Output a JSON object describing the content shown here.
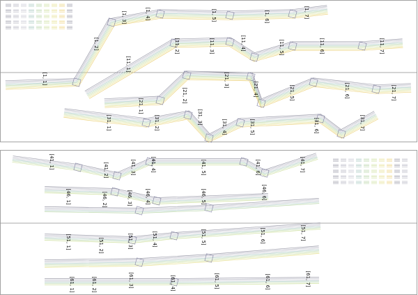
{
  "colors": {
    "frame": "#8c8c8c",
    "bundle": [
      "#9a9aa8",
      "#b4b4c2",
      "#c8c8d2",
      "#a8c8c0",
      "#b8d6a8",
      "#cfe0a0",
      "#e6e090",
      "#ecd27c"
    ]
  },
  "panels": [
    {
      "name": "upper-panel",
      "legend": "top-left",
      "chains": [
        {
          "id": "chain-1",
          "nodes": [
            {
              "label": "[1, 1]"
            },
            {
              "label": "[1, 2]"
            },
            {
              "label": "[1, 3]"
            },
            {
              "label": "[1, 4]"
            },
            {
              "label": "[1, 5]"
            },
            {
              "label": "[1, 6]"
            },
            {
              "label": "[1, 7]"
            }
          ]
        },
        {
          "id": "chain-11",
          "nodes": [
            {
              "label": "[11, 1]"
            },
            {
              "label": "[11, 2]"
            },
            {
              "label": "[11, 3]"
            },
            {
              "label": "[11, 4]"
            },
            {
              "label": "[11, 5]"
            },
            {
              "label": "[11, 6]"
            },
            {
              "label": "[11, 7]"
            }
          ]
        },
        {
          "id": "chain-21",
          "nodes": [
            {
              "label": "[21, 1]"
            },
            {
              "label": "[21, 2]"
            },
            {
              "label": "[21, 3]"
            },
            {
              "label": "[21, 4]"
            },
            {
              "label": "[21, 5]"
            },
            {
              "label": "[21, 6]"
            },
            {
              "label": "[21, 7]"
            }
          ]
        },
        {
          "id": "chain-31",
          "nodes": [
            {
              "label": "[31, 1]"
            },
            {
              "label": "[31, 2]"
            },
            {
              "label": "[31, 3]"
            },
            {
              "label": "[31, 4]"
            },
            {
              "label": "[31, 5]"
            },
            {
              "label": "[31, 6]"
            },
            {
              "label": "[31, 7]"
            }
          ]
        }
      ]
    },
    {
      "name": "middle-panel",
      "legend": "right",
      "chains": [
        {
          "id": "chain-41",
          "nodes": [
            {
              "label": "[41, 1]"
            },
            {
              "label": "[41, 2]"
            },
            {
              "label": "[41, 3]"
            },
            {
              "label": "[41, 4]"
            },
            {
              "label": "[41, 5]"
            },
            {
              "label": "[41, 6]"
            },
            {
              "label": "[41, 7]"
            }
          ]
        },
        {
          "id": "chain-46",
          "nodes": [
            {
              "label": "[46, 1]"
            },
            {
              "label": "[46, 2]"
            },
            {
              "label": "[46, 3]"
            },
            {
              "label": "[46, 4]"
            },
            {
              "label": "[46, 5]"
            },
            {
              "label": "[46, 6]"
            }
          ]
        }
      ]
    },
    {
      "name": "lower-panel",
      "legend": "none",
      "chains": [
        {
          "id": "chain-51",
          "nodes": [
            {
              "label": "[51, 1]"
            },
            {
              "label": "[51, 2]"
            },
            {
              "label": "[51, 3]"
            },
            {
              "label": "[51, 4]"
            },
            {
              "label": "[51, 5]"
            },
            {
              "label": "[51, 6]"
            },
            {
              "label": "[51, 7]"
            }
          ]
        },
        {
          "id": "chain-61",
          "nodes": [
            {
              "label": "[61, 1]"
            },
            {
              "label": "[61, 2]"
            },
            {
              "label": "[61, 3]"
            },
            {
              "label": "[61, 4]"
            },
            {
              "label": "[61, 5]"
            },
            {
              "label": "[61, 6]"
            },
            {
              "label": "[61, 7]"
            }
          ]
        }
      ]
    }
  ]
}
